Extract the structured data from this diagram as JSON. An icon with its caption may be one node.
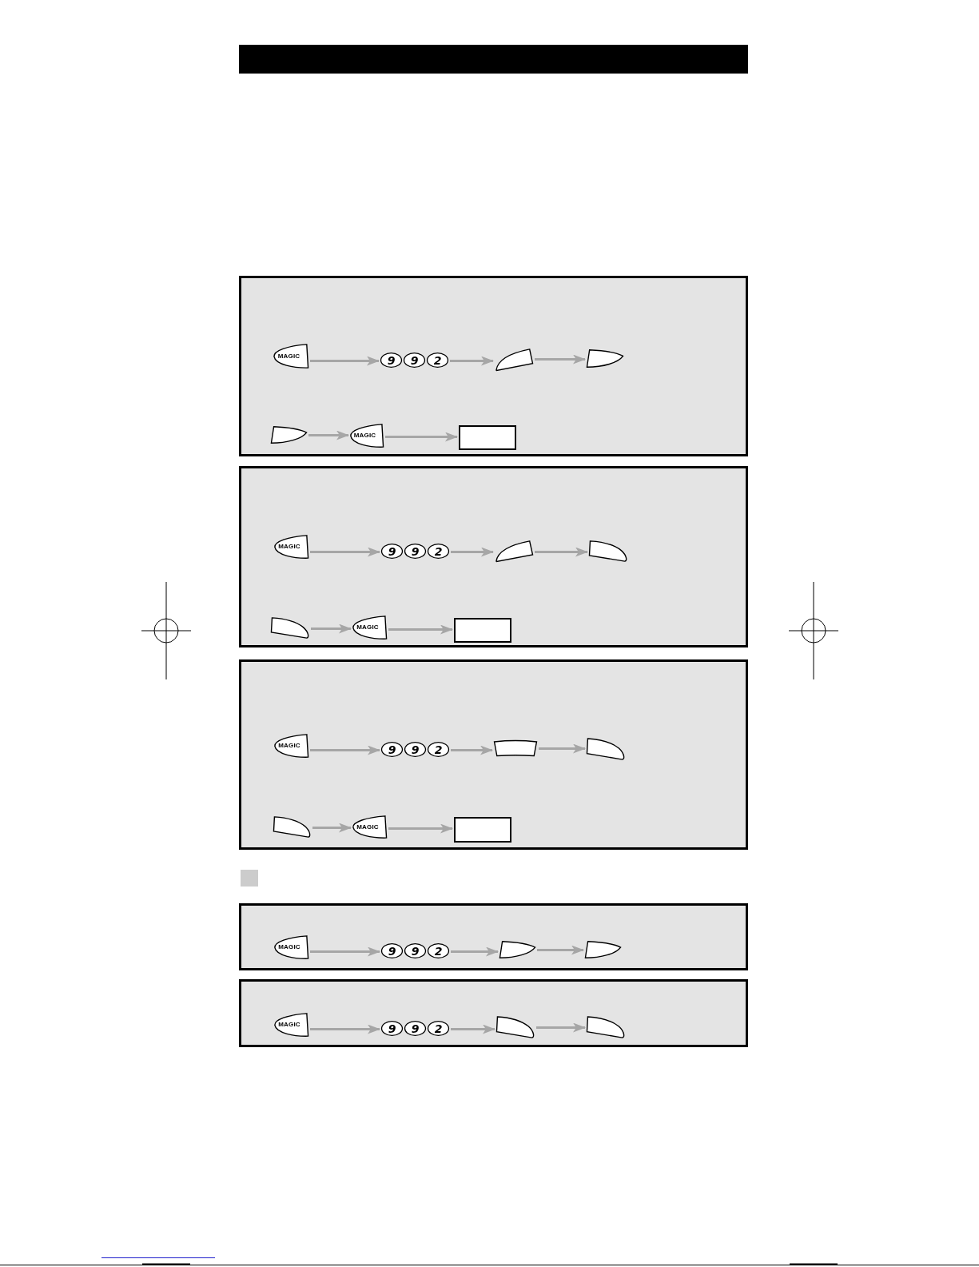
{
  "diagram": {
    "nodes": [
      {
        "text": [],
        "shape": "box"
      },
      {
        "text": [
          "MAGIC"
        ],
        "in": 0
      },
      {
        "text": [
          "9"
        ],
        "in": 0
      },
      {
        "text": [
          "9"
        ],
        "in": 0
      },
      {
        "text": [
          "2"
        ],
        "in": 0
      },
      {
        "text": [],
        "shape": "key",
        "in": 0
      },
      {
        "text": [],
        "shape": "key",
        "in": 0
      },
      {
        "text": [],
        "shape": "key",
        "in": 0
      },
      {
        "text": [
          "MAGIC"
        ],
        "in": 0
      },
      {
        "text": [],
        "shape": "box",
        "in": 0
      },
      {
        "text": [],
        "shape": "box"
      },
      {
        "text": [
          "MAGIC"
        ],
        "in": 10
      },
      {
        "text": [
          "9"
        ],
        "in": 10
      },
      {
        "text": [
          "9"
        ],
        "in": 10
      },
      {
        "text": [
          "2"
        ],
        "in": 10
      },
      {
        "text": [],
        "shape": "key",
        "in": 10
      },
      {
        "text": [],
        "shape": "key",
        "in": 10
      },
      {
        "text": [],
        "shape": "key",
        "in": 10
      },
      {
        "text": [
          "MAGIC"
        ],
        "in": 10
      },
      {
        "text": [],
        "shape": "box",
        "in": 10
      },
      {
        "text": [],
        "shape": "box"
      },
      {
        "text": [
          "MAGIC"
        ],
        "in": 20
      },
      {
        "text": [
          "9"
        ],
        "in": 20
      },
      {
        "text": [
          "9"
        ],
        "in": 20
      },
      {
        "text": [
          "2"
        ],
        "in": 20
      },
      {
        "text": [],
        "shape": "key",
        "in": 20
      },
      {
        "text": [],
        "shape": "key",
        "in": 20
      },
      {
        "text": [],
        "shape": "key",
        "in": 20
      },
      {
        "text": [
          "MAGIC"
        ],
        "in": 20
      },
      {
        "text": [],
        "shape": "box",
        "in": 20
      },
      {
        "text": [],
        "shape": "box"
      },
      {
        "text": [
          "MAGIC"
        ],
        "in": 30
      },
      {
        "text": [
          "9"
        ],
        "in": 30
      },
      {
        "text": [
          "9"
        ],
        "in": 30
      },
      {
        "text": [
          "2"
        ],
        "in": 30
      },
      {
        "text": [],
        "shape": "key",
        "in": 30
      },
      {
        "text": [],
        "shape": "key",
        "in": 30
      },
      {
        "text": [],
        "shape": "box"
      },
      {
        "text": [
          "MAGIC"
        ],
        "in": 37
      },
      {
        "text": [
          "9"
        ],
        "in": 37
      },
      {
        "text": [
          "9"
        ],
        "in": 37
      },
      {
        "text": [
          "2"
        ],
        "in": 37
      },
      {
        "text": [],
        "shape": "key",
        "in": 37
      },
      {
        "text": [],
        "shape": "key",
        "in": 37
      }
    ],
    "edges": [
      {
        "from": 1,
        "to": 2,
        "arrow": "to"
      },
      {
        "from": 4,
        "to": 5,
        "arrow": "to"
      },
      {
        "from": 5,
        "to": 6,
        "arrow": "to"
      },
      {
        "from": 7,
        "to": 8,
        "arrow": "to"
      },
      {
        "from": 8,
        "to": 9,
        "arrow": "to"
      },
      {
        "from": 11,
        "to": 12,
        "arrow": "to"
      },
      {
        "from": 14,
        "to": 15,
        "arrow": "to"
      },
      {
        "from": 15,
        "to": 16,
        "arrow": "to"
      },
      {
        "from": 17,
        "to": 18,
        "arrow": "to"
      },
      {
        "from": 18,
        "to": 19,
        "arrow": "to"
      },
      {
        "from": 21,
        "to": 22,
        "arrow": "to"
      },
      {
        "from": 24,
        "to": 25,
        "arrow": "to"
      },
      {
        "from": 25,
        "to": 26,
        "arrow": "to"
      },
      {
        "from": 27,
        "to": 28,
        "arrow": "to"
      },
      {
        "from": 28,
        "to": 29,
        "arrow": "to"
      },
      {
        "from": 31,
        "to": 32,
        "arrow": "to"
      },
      {
        "from": 34,
        "to": 35,
        "arrow": "to"
      },
      {
        "from": 35,
        "to": 36,
        "arrow": "to"
      },
      {
        "from": 38,
        "to": 39,
        "arrow": "to"
      },
      {
        "from": 41,
        "to": 42,
        "arrow": "to"
      },
      {
        "from": 42,
        "to": 43,
        "arrow": "to"
      }
    ]
  }
}
